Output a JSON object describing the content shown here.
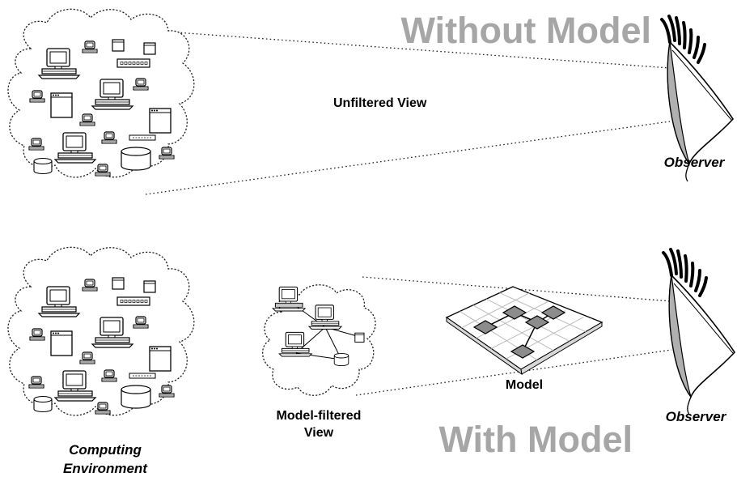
{
  "titles": {
    "without_model": "Without Model",
    "with_model": "With Model"
  },
  "labels": {
    "unfiltered_view": "Unfiltered View",
    "observer_top": "Observer",
    "observer_bottom": "Observer",
    "model": "Model",
    "model_filtered_line1": "Model-filtered",
    "model_filtered_line2": "View",
    "computing_line1": "Computing",
    "computing_line2": "Environment"
  },
  "colors": {
    "title_gray": "#a6a6a6",
    "model_node_gray": "#8c8c8c",
    "grid_gray": "#bbbbbb"
  },
  "icons": {
    "workstation": "workstation-icon",
    "small_pc": "small-pc-icon",
    "window": "window-icon",
    "router": "network-switch-icon",
    "database": "database-icon",
    "eye": "eye-icon"
  }
}
